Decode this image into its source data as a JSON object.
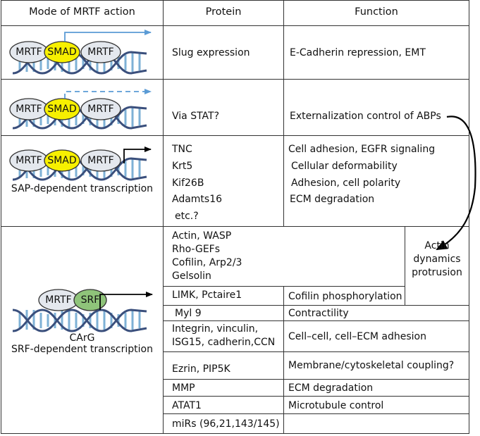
{
  "header": {
    "mode": "Mode of MRTF action",
    "protein": "Protein",
    "function": "Function"
  },
  "row1": {
    "protein": "Slug expression",
    "function": "E-Cadherin repression, EMT"
  },
  "row2": {
    "protein": "Via STAT?",
    "function": "Externalization control of ABPs"
  },
  "row3": {
    "mode_caption": "SAP-dependent transcription",
    "proteins": [
      "TNC",
      "Krt5",
      "Kif26B",
      "Adamts16",
      "etc.?"
    ],
    "functions": [
      "Cell adhesion, EGFR signaling",
      "Cellular deformability",
      "Adhesion, cell polarity",
      "ECM degradation"
    ]
  },
  "row4": {
    "carg_label": "CArG",
    "mode_caption": "SRF-dependent transcription",
    "actin_note": "Actin\ndynamics\nprotrusion",
    "items": [
      {
        "protein": "Actin, WASP\nRho-GEFs\nCofilin, Arp2/3\nGelsolin",
        "function": ""
      },
      {
        "protein": "LIMK, Pctaire1",
        "function": "Cofilin phosphorylation"
      },
      {
        "protein": "Myl 9",
        "function": "Contractility"
      },
      {
        "protein": "Integrin, vinculin,\nISG15, cadherin,CCN",
        "function": "Cell–cell, cell–ECM adhesion"
      },
      {
        "protein": "Ezrin, PIP5K",
        "function": "Membrane/cytoskeletal coupling?"
      },
      {
        "protein": "MMP",
        "function": "ECM degradation"
      },
      {
        "protein": "ATAT1",
        "function": "Microtubule control"
      },
      {
        "protein": "miRs (96,21,143/145)",
        "function": ""
      }
    ]
  },
  "labels": {
    "mrtf": "MRTF",
    "smad": "SMAD",
    "srf": "SRF"
  },
  "colors": {
    "mrtf_fill": "#e4e8ee",
    "smad_fill": "#f7f000",
    "srf_fill": "#8fc47a",
    "dna_strand": "#3a4f7c",
    "dna_rung": "#7eb1d6",
    "arrow_blue": "#5b9bd5",
    "grid": "#333333"
  }
}
